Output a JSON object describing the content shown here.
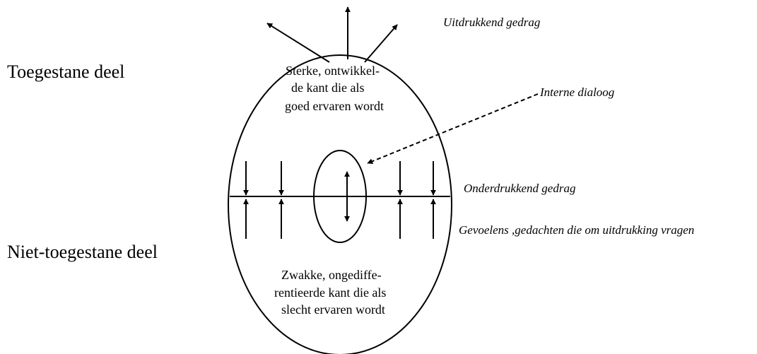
{
  "labels": {
    "top_part": "Toegestane deel",
    "bottom_part": "Niet-toegestane deel",
    "expressive": "Uitdrukkend gedrag",
    "internal_dialogue": "Interne dialoog",
    "suppressive": "Onderdrukkend gedrag",
    "feelings": "Gevoelens ,gedachten die om uitdrukking vragen"
  },
  "top_text": [
    "Sterke, ontwikkel-",
    "de kant die als",
    "goed ervaren wordt"
  ],
  "bottom_text": [
    "Zwakke, ongediffe-",
    "rentieerde kant die als",
    "slecht ervaren wordt"
  ]
}
